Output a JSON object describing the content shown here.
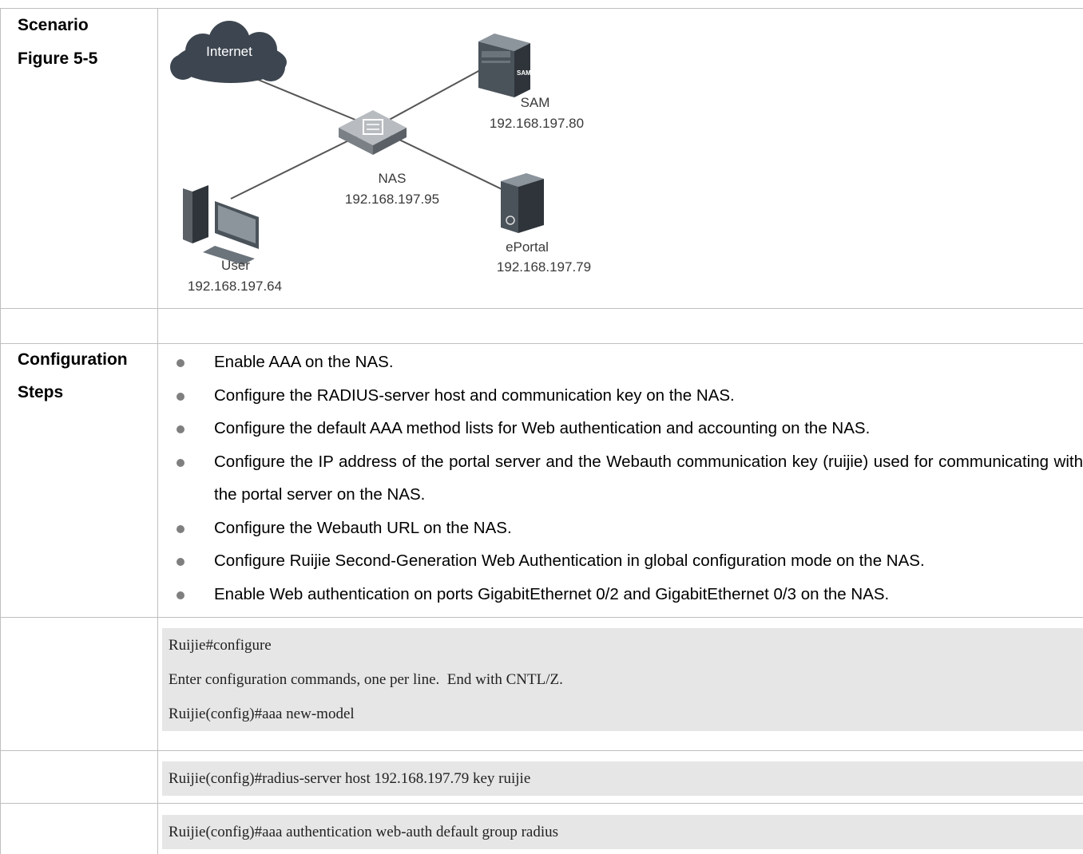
{
  "rows": {
    "scenario_label": "Scenario",
    "figure_label": "Figure 5-5",
    "config_label_line1": "Configuration",
    "config_label_line2": "Steps"
  },
  "diagram": {
    "internet": "Internet",
    "sam_label": "SAM",
    "sam_ip": "192.168.197.80",
    "nas_label": "NAS",
    "nas_ip": "192.168.197.95",
    "eportal_label": "ePortal",
    "eportal_ip": "192.168.197.79",
    "user_label": "User",
    "user_ip": "192.168.197.64",
    "sam_badge": "SAM"
  },
  "steps": [
    "Enable AAA on the NAS.",
    "Configure the RADIUS-server host and communication key on the NAS.",
    "Configure the default AAA method lists for Web authentication and accounting on the NAS.",
    "Configure the IP address of the portal server and the Webauth communication key (ruijie) used for communicating with the portal server on the NAS.",
    "Configure the Webauth URL on the NAS.",
    "Configure Ruijie Second-Generation Web Authentication in global configuration mode on the NAS.",
    "Enable Web authentication on ports GigabitEthernet 0/2 and GigabitEthernet 0/3 on the NAS."
  ],
  "code_blocks": [
    [
      "Ruijie#configure",
      "Enter configuration commands, one per line.  End with CNTL/Z.",
      "Ruijie(config)#aaa new-model"
    ],
    [
      "Ruijie(config)#radius-server host 192.168.197.79 key ruijie"
    ],
    [
      "Ruijie(config)#aaa authentication web-auth default group radius"
    ]
  ]
}
